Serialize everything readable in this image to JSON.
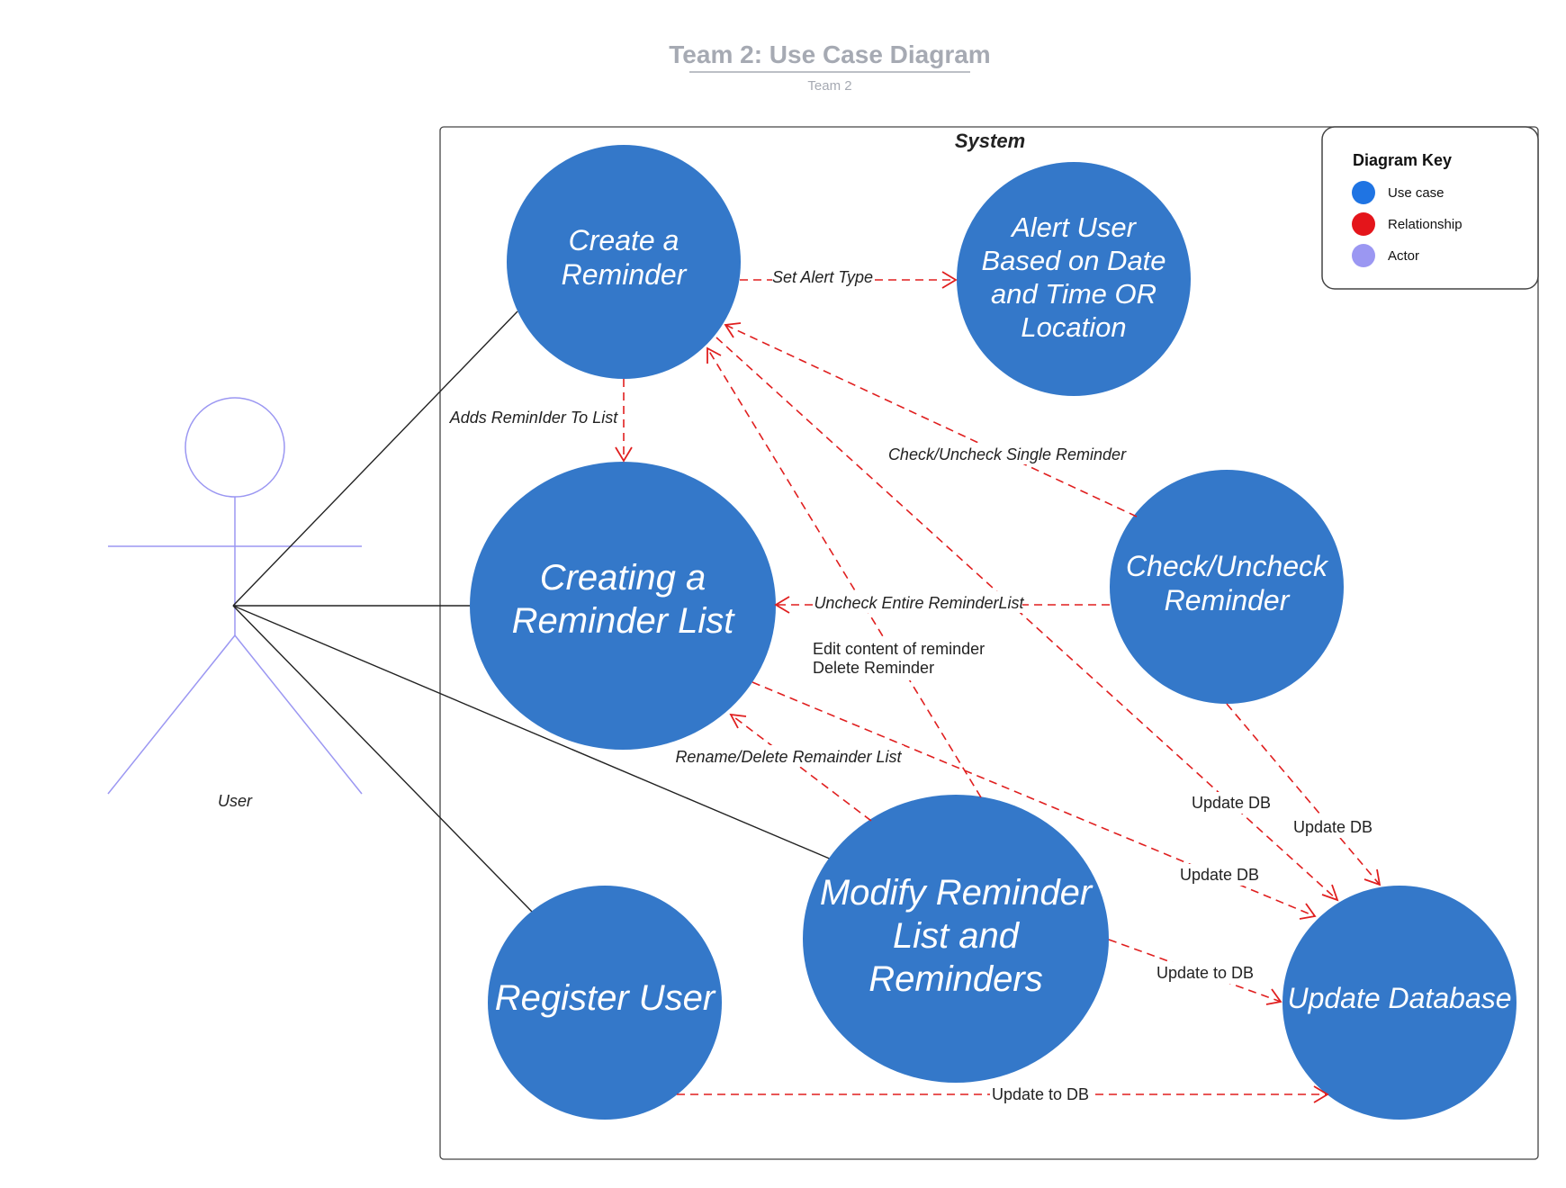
{
  "title": "Team 2: Use Case Diagram",
  "subtitle": "Team 2",
  "system_label": "System",
  "colors": {
    "use_case": "#3478c9",
    "relationship": "#e01f1f",
    "actor": "#9b97f2",
    "key_use_case": "#1f74e3",
    "key_relationship": "#e4151b"
  },
  "actor": {
    "name": "User"
  },
  "use_cases": [
    {
      "id": "create-reminder",
      "lines": [
        "Create a",
        "Reminder"
      ]
    },
    {
      "id": "alert-user",
      "lines": [
        "Alert User",
        "Based on Date",
        "and Time OR",
        "Location"
      ]
    },
    {
      "id": "creating-list",
      "lines": [
        "Creating a",
        "Reminder List"
      ]
    },
    {
      "id": "check-uncheck",
      "lines": [
        "Check/Uncheck",
        "Reminder"
      ]
    },
    {
      "id": "modify",
      "lines": [
        "Modify Reminder",
        "List and",
        "Reminders"
      ]
    },
    {
      "id": "register",
      "lines": [
        "Register User"
      ]
    },
    {
      "id": "update-db",
      "lines": [
        "Update Database"
      ]
    }
  ],
  "relationship_labels": {
    "set_alert": "Set Alert Type",
    "adds_to_list": "Adds ReminIder To List",
    "check_single": "Check/Uncheck Single Reminder",
    "uncheck_entire": "Uncheck Entire ReminderList",
    "edit_content": "Edit content of reminder",
    "delete_reminder": "Delete Reminder",
    "rename_delete": "Rename/Delete Remainder List",
    "update_db_1": "Update DB",
    "update_db_2": "Update DB",
    "update_db_3": "Update DB",
    "update_to_db_1": "Update to DB",
    "update_to_db_2": "Update to DB"
  },
  "diagram_key": {
    "title": "Diagram Key",
    "items": [
      {
        "label": "Use case",
        "color": "#1f74e3"
      },
      {
        "label": "Relationship",
        "color": "#e4151b"
      },
      {
        "label": "Actor",
        "color": "#9b97f2"
      }
    ]
  }
}
